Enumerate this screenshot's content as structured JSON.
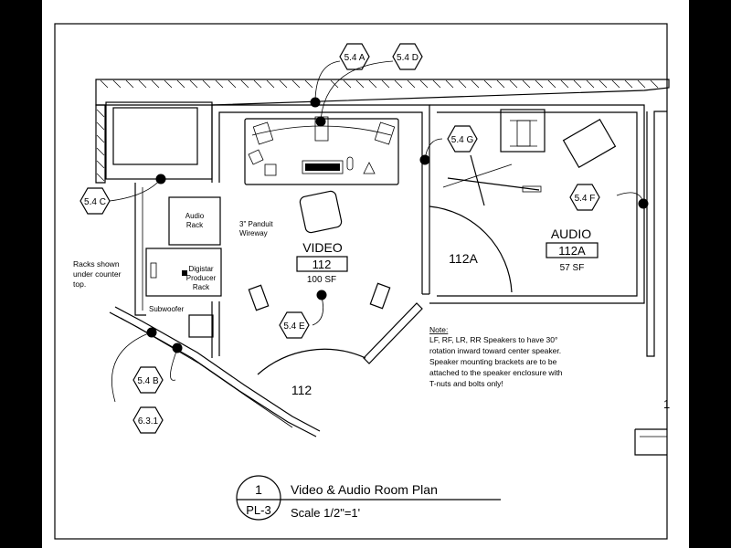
{
  "rooms": {
    "video": {
      "name": "VIDEO",
      "number": "112",
      "area": "100 SF"
    },
    "audio": {
      "name": "AUDIO",
      "number": "112A",
      "area": "57 SF"
    },
    "door_112a": "112A",
    "door_112": "112"
  },
  "callouts": {
    "c54a": "5.4 A",
    "c54d": "5.4 D",
    "c54c": "5.4 C",
    "c54g": "5.4 G",
    "c54f": "5.4 F",
    "c54e": "5.4 E",
    "c54b": "5.4 B",
    "c631": "6.3.1"
  },
  "labels": {
    "audio_rack": [
      "Audio",
      "Rack"
    ],
    "digistar_rack": [
      "Digistar",
      "Producer",
      "Rack"
    ],
    "panduit": [
      "3\" Panduit",
      "Wireway"
    ],
    "racks_note": [
      "Racks shown",
      "under counter",
      "top."
    ],
    "subwoofer": "Subwoofer",
    "edge_char": "1"
  },
  "note": {
    "heading": "Note:",
    "lines": [
      "LF, RF, LR, RR Speakers to have 30°",
      "rotation inward toward center speaker.",
      "Speaker mounting brackets are to be",
      "attached to the speaker enclosure with",
      "T-nuts and bolts only!"
    ]
  },
  "title_block": {
    "number": "1",
    "sheet": "PL-3",
    "title": "Video & Audio Room Plan",
    "scale": "Scale 1/2\"=1'"
  }
}
